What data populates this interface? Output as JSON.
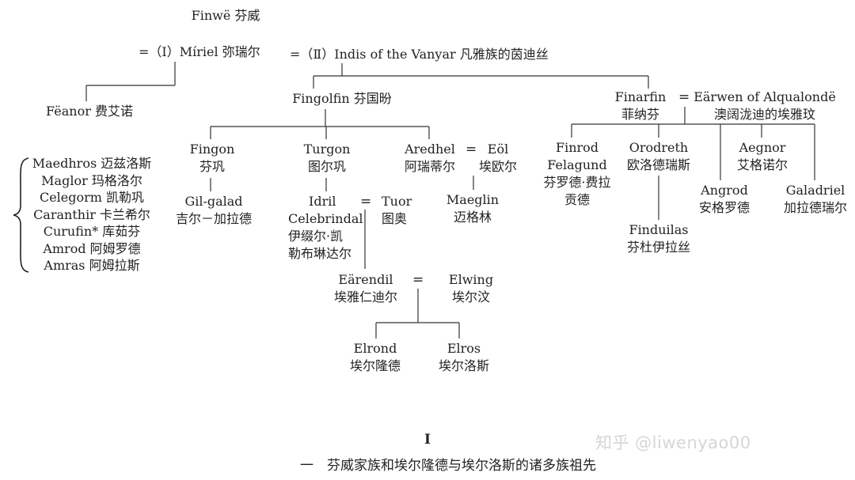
{
  "finwe": "Finwë 芬威",
  "miriel": "=（I）Míriel 弥瑞尔",
  "indis": "=（Ⅱ）Indis of the Vanyar 凡雅族的茵迪丝",
  "feanor": "Fëanor 费艾诺",
  "feanor_sons": [
    "Maedhros 迈兹洛斯",
    "Maglor 玛格洛尔",
    "Celegorm 凯勒巩",
    "Caranthir 卡兰希尔",
    "Curufin* 库茹芬",
    "Amrod 阿姆罗德",
    "Amras 阿姆拉斯"
  ],
  "fingolfin": "Fingolfin 芬国昐",
  "finarfin": {
    "en": "Finarfin",
    "zh": "菲纳芬"
  },
  "earwen": {
    "en": "Eärwen of Alqualondë",
    "zh": "澳阔泷迪的埃雅玟"
  },
  "fingon": {
    "en": "Fingon",
    "zh": "芬巩"
  },
  "turgon": {
    "en": "Turgon",
    "zh": "图尔巩"
  },
  "aredhel": {
    "en": "Aredhel",
    "zh": "阿瑞蒂尔"
  },
  "eol": {
    "en": "Eöl",
    "zh": "埃欧尔"
  },
  "gilgalad": {
    "en": "Gil-galad",
    "zh": "吉尔－加拉德"
  },
  "idril": {
    "l1": "Idril",
    "l2": "Celebrindal",
    "l3": "伊缀尔·凯",
    "l4": "勒布琳达尔"
  },
  "tuor": {
    "en": "Tuor",
    "zh": "图奥"
  },
  "maeglin": {
    "en": "Maeglin",
    "zh": "迈格林"
  },
  "earendil": {
    "en": "Eärendil",
    "zh": "埃雅仁迪尔"
  },
  "elwing": {
    "en": "Elwing",
    "zh": "埃尔汶"
  },
  "elrond": {
    "en": "Elrond",
    "zh": "埃尔隆德"
  },
  "elros": {
    "en": "Elros",
    "zh": "埃尔洛斯"
  },
  "finrod": {
    "l1": "Finrod",
    "l2": "Felagund",
    "l3": "芬罗德·费拉",
    "l4": "贡德"
  },
  "orodreth": {
    "en": "Orodreth",
    "zh": "欧洛德瑞斯"
  },
  "aegnor": {
    "en": "Aegnor",
    "zh": "艾格诺尔"
  },
  "angrod": {
    "en": "Angrod",
    "zh": "安格罗德"
  },
  "galadriel": {
    "en": "Galadriel",
    "zh": "加拉德瑞尔"
  },
  "finduilas": {
    "en": "Finduilas",
    "zh": "芬杜伊拉丝"
  },
  "equals_sign": "=",
  "plate_number": "I",
  "caption": "一　芬威家族和埃尔隆德与埃尔洛斯的诸多族祖先",
  "watermark": "知乎 @liwenyao00",
  "colors": {
    "ink": "#222222",
    "background": "#ffffff",
    "watermark": "#d6d6d6"
  }
}
